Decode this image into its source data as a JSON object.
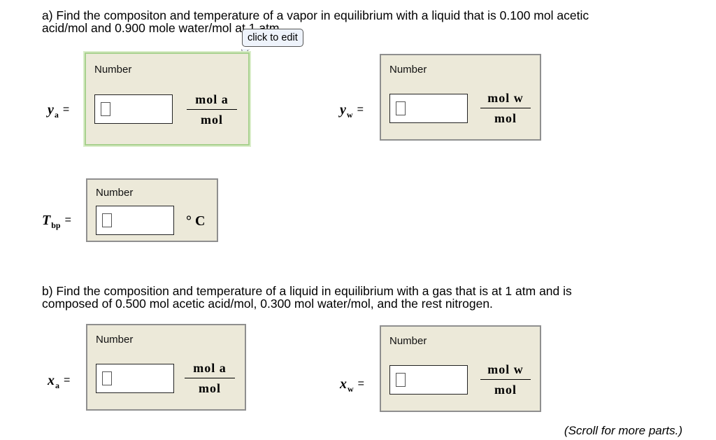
{
  "part_a": {
    "question_line1": "a) Find the compositon and temperature of a vapor in equilibrium with a liquid that is 0.100 mol acetic",
    "question_line2": "acid/mol and 0.900 mole water/mol at 1 atm.",
    "tooltip": "click to edit",
    "ya": {
      "var": "y",
      "sub": "a",
      "eq": "=",
      "box_label": "Number",
      "value": "",
      "unit_num": "mol a",
      "unit_den": "mol"
    },
    "yw": {
      "var": "y",
      "sub": "w",
      "eq": "=",
      "box_label": "Number",
      "value": "",
      "unit_num": "mol w",
      "unit_den": "mol"
    },
    "tbp": {
      "var": "T",
      "sub": "bp",
      "eq": "=",
      "box_label": "Number",
      "value": "",
      "unit": "° C"
    }
  },
  "part_b": {
    "question_line1": "b) Find the composition and temperature of a liquid in equilibrium with a gas that is at 1 atm and is",
    "question_line2": "composed of 0.500 mol acetic acid/mol, 0.300 mol water/mol, and the rest nitrogen.",
    "xa": {
      "var": "x",
      "sub": "a",
      "eq": "=",
      "box_label": "Number",
      "value": "",
      "unit_num": "mol a",
      "unit_den": "mol"
    },
    "xw": {
      "var": "x",
      "sub": "w",
      "eq": "=",
      "box_label": "Number",
      "value": "",
      "unit_num": "mol w",
      "unit_den": "mol"
    }
  },
  "footer": "(Scroll for more parts.)"
}
